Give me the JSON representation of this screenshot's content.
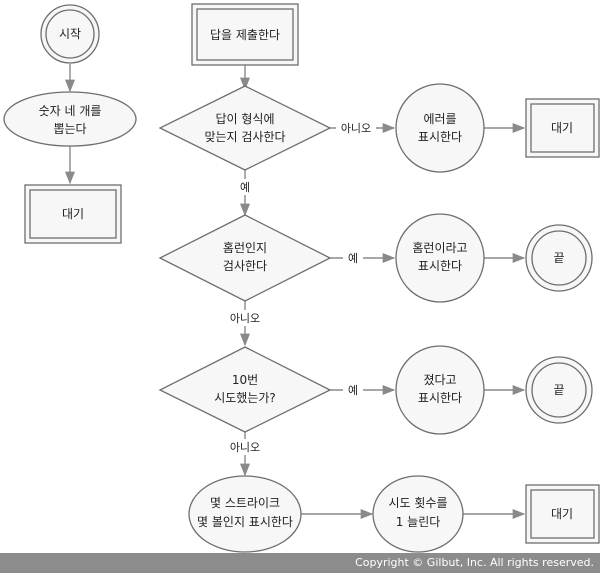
{
  "colors": {
    "node_fill": "#f7f7f7",
    "stroke": "#6e6e6e",
    "arrow": "#8a8a8a",
    "footer_bg": "#8c8c8c"
  },
  "nodes": {
    "start": "시작",
    "pick_line1": "숫자 네 개를",
    "pick_line2": "뽑는다",
    "wait_left": "대기",
    "submit": "답을 제출한다",
    "check_format_line1": "답이 형식에",
    "check_format_line2": "맞는지 검사한다",
    "show_error_line1": "에러를",
    "show_error_line2": "표시한다",
    "wait_error": "대기",
    "check_homerun_line1": "홈런인지",
    "check_homerun_line2": "검사한다",
    "show_homerun_line1": "홈런이라고",
    "show_homerun_line2": "표시한다",
    "end_homerun": "끝",
    "check_tries_line1": "10번",
    "check_tries_line2": "시도했는가?",
    "show_lose_line1": "졌다고",
    "show_lose_line2": "표시한다",
    "end_lose": "끝",
    "show_result_line1": "몇 스트라이크",
    "show_result_line2": "몇 볼인지 표시한다",
    "inc_tries_line1": "시도 횟수를",
    "inc_tries_line2": "1 늘린다",
    "wait_bottom": "대기"
  },
  "edges": {
    "format_no": "아니오",
    "format_yes": "예",
    "homerun_yes": "예",
    "homerun_no": "아니오",
    "tries_yes": "예",
    "tries_no": "아니오"
  },
  "footer": "Copyright © Gilbut, Inc. All rights reserved."
}
